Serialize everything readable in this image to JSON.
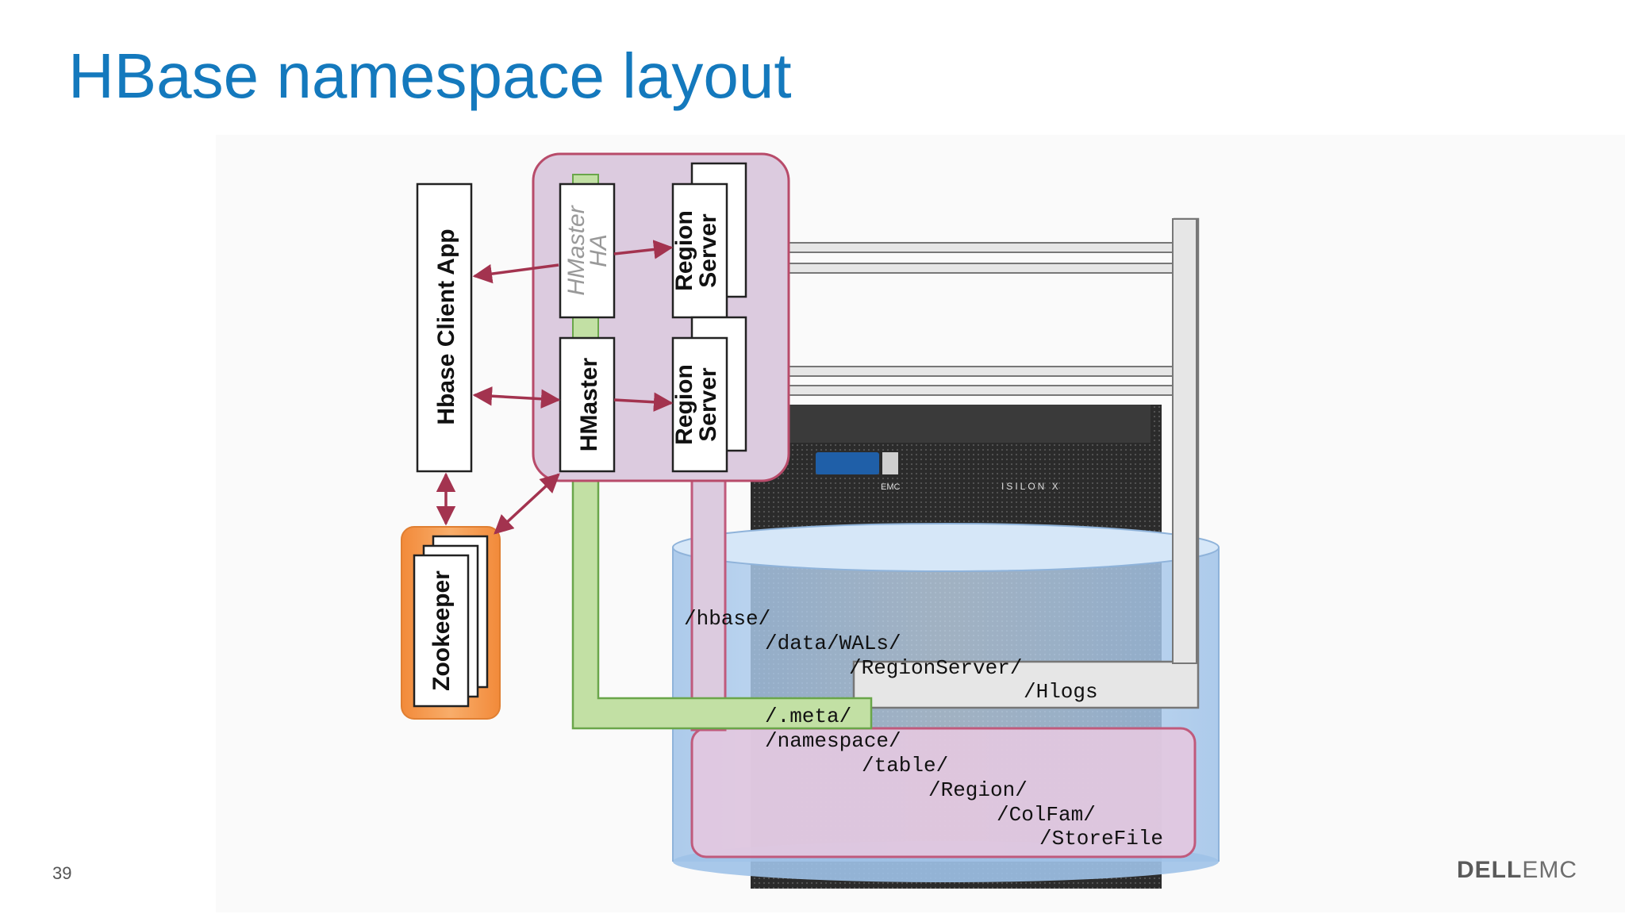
{
  "slide": {
    "title": "HBase namespace layout",
    "page_number": "39",
    "logo": {
      "brand": "DELL",
      "sub": "EMC"
    }
  },
  "diagram": {
    "components": {
      "client_app": "Hbase Client App",
      "hmaster_ha_line1": "HMaster",
      "hmaster_ha_line2": "HA",
      "hmaster": "HMaster",
      "region_server_top_line1": "Region",
      "region_server_top_line2": "Server",
      "region_server_bottom_line1": "Region",
      "region_server_bottom_line2": "Server",
      "zookeeper": "Zookeeper"
    },
    "hardware_labels": {
      "vendor": "EMC",
      "product": "ISILON X"
    },
    "paths": {
      "hbase": "/hbase/",
      "data_wals": "/data/WALs/",
      "regionserver": "/RegionServer/",
      "hlogs": "/Hlogs",
      "meta": "/.meta/",
      "namespace": "/namespace/",
      "table": "/table/",
      "region": "/Region/",
      "colfam": "/ColFam/",
      "storefile": "/StoreFile"
    },
    "colors": {
      "title": "#1479bd",
      "master_group": "#dccbdf",
      "master_group_border": "#b84b6a",
      "arrow": "#a3334f",
      "zookeeper": "#f59a4c",
      "meta_path": "#c2e0a4",
      "wal_path": "#e6e6e6",
      "storage_cylinder": "#b8d4f0"
    }
  }
}
